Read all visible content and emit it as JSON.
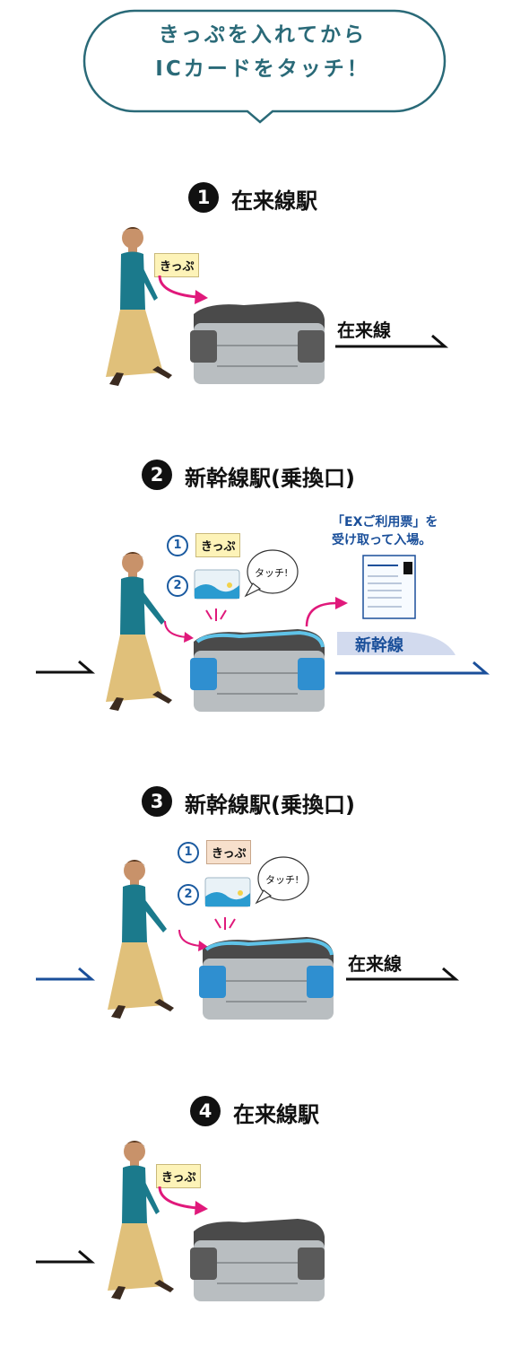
{
  "header": {
    "line1": "きっぷを入れてから",
    "line2": "ICカードをタッチ！"
  },
  "steps": [
    {
      "number": "1",
      "title": "在来線駅",
      "kippu": "きっぷ",
      "line_label": "在来線"
    },
    {
      "number": "2",
      "title": "新幹線駅(乗換口)",
      "item1_num": "1",
      "item2_num": "2",
      "kippu": "きっぷ",
      "touch": "タッチ!",
      "ex_note_line1": "「EXご利用票」を",
      "ex_note_line2": "受け取って入場。",
      "line_label": "新幹線"
    },
    {
      "number": "3",
      "title": "新幹線駅(乗換口)",
      "item1_num": "1",
      "item2_num": "2",
      "kippu": "きっぷ",
      "touch": "タッチ!",
      "line_label": "在来線"
    },
    {
      "number": "4",
      "title": "在来線駅",
      "kippu": "きっぷ"
    }
  ],
  "colors": {
    "teal": "#2a6a78",
    "magenta": "#e0197b",
    "navy": "#1a4f9a",
    "gate_grey": "#b9bec1",
    "gate_blue": "#2f8fd0",
    "woman_top": "#1b7a8c",
    "woman_skirt": "#e0c07a"
  }
}
